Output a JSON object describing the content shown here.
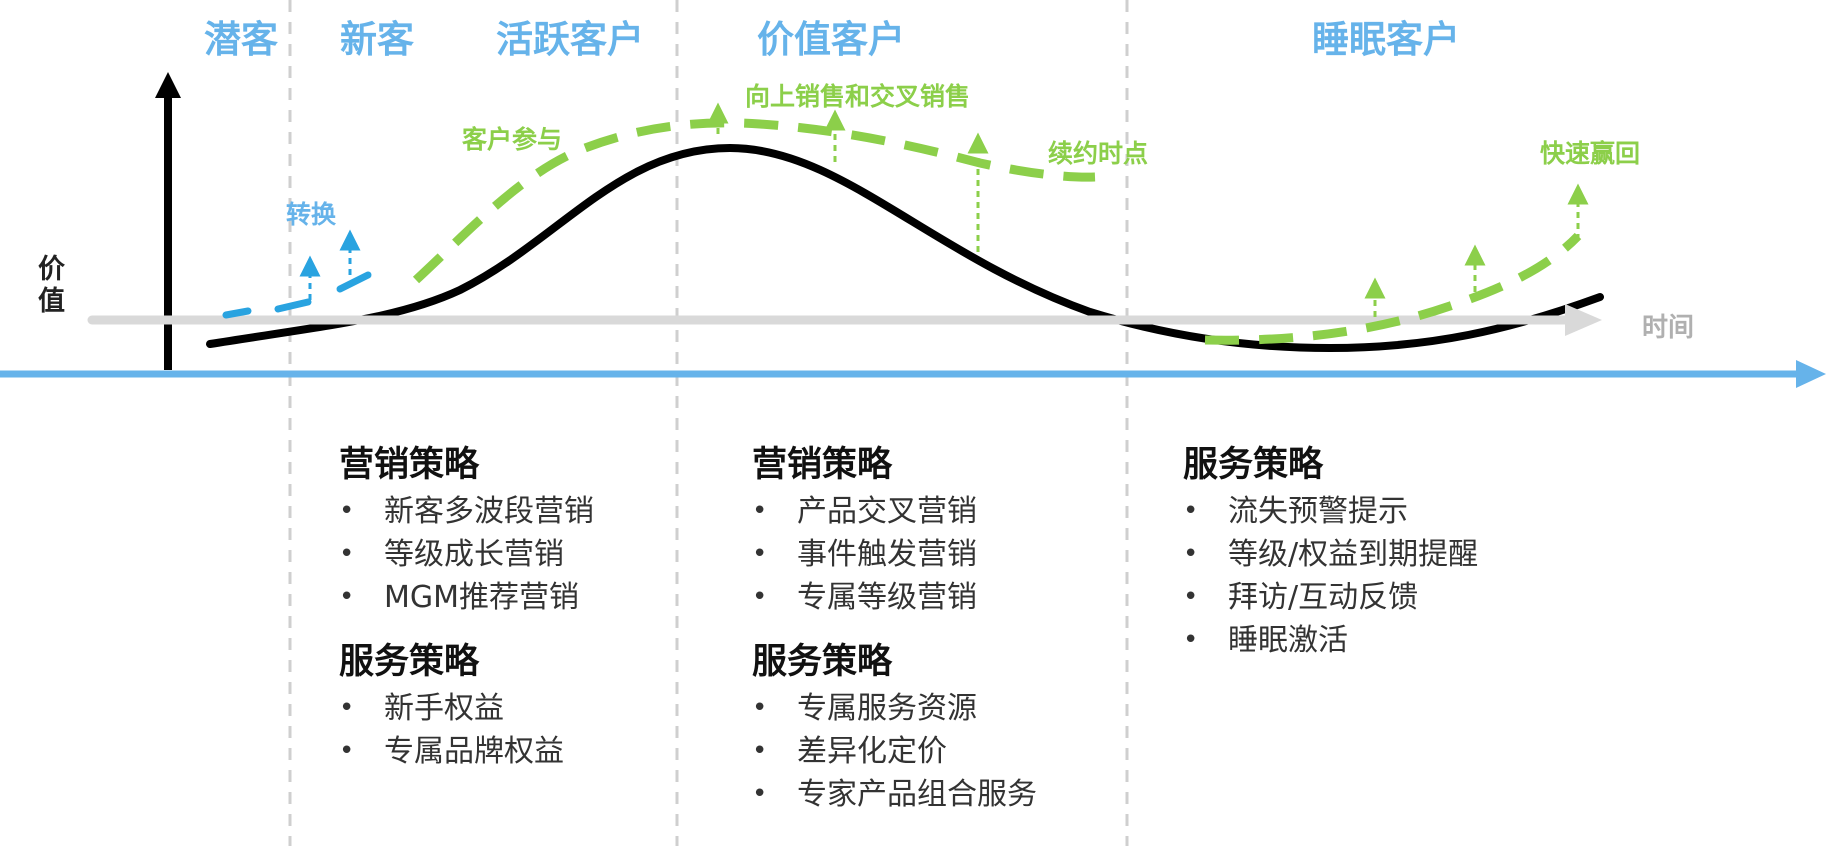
{
  "stages": [
    "潜客",
    "新客",
    "活跃客户",
    "价值客户",
    "睡眠客户"
  ],
  "axis": {
    "y_label_line1": "价",
    "y_label_line2": "值",
    "x_label": "时间"
  },
  "events": {
    "conversion": "转换",
    "engagement": "客户参与",
    "upsell": "向上销售和交叉销售",
    "renewal": "续约时点",
    "winback": "快速赢回"
  },
  "colors": {
    "stage_blue": "#66b3ea",
    "green": "#8ccf4a",
    "axis_blue": "#66b3ea",
    "curve": "#000000",
    "time_axis": "#d9d9d9"
  },
  "columns": [
    {
      "sections": [
        {
          "title": "营销策略",
          "items": [
            "新客多波段营销",
            "等级成长营销",
            "MGM推荐营销"
          ]
        },
        {
          "title": "服务策略",
          "items": [
            "新手权益",
            "专属品牌权益"
          ]
        }
      ]
    },
    {
      "sections": [
        {
          "title": "营销策略",
          "items": [
            "产品交叉营销",
            "事件触发营销",
            "专属等级营销"
          ]
        },
        {
          "title": "服务策略",
          "items": [
            "专属服务资源",
            "差异化定价",
            "专家产品组合服务"
          ]
        }
      ]
    },
    {
      "sections": [
        {
          "title": "服务策略",
          "items": [
            "流失预警提示",
            "等级/权益到期提醒",
            "拜访/互动反馈",
            "睡眠激活"
          ]
        }
      ]
    }
  ]
}
